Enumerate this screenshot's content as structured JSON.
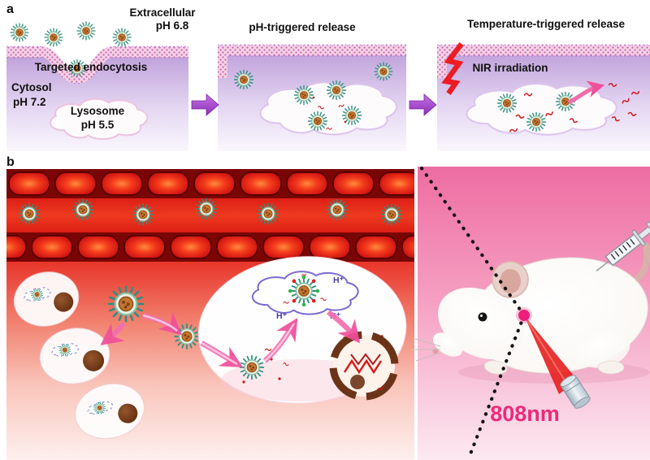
{
  "figure": {
    "panel_a": {
      "label": "a",
      "extracellular_1": "Extracellular",
      "extracellular_2": "pH 6.8",
      "endocytosis": "Targeted endocytosis",
      "cytosol_1": "Cytosol",
      "cytosol_2": "pH 7.2",
      "lysosome_1": "Lysosome",
      "lysosome_2": "pH 5.5",
      "ph_release_title": "pH-triggered release",
      "temp_release_title": "Temperature-triggered release",
      "nir": "NIR irradiation"
    },
    "panel_b": {
      "label": "b",
      "wavelength": "808nm",
      "h_plus": "H⁺"
    },
    "colors": {
      "lysosome_text": "#e8192c",
      "wavelength_text": "#ee2a7b",
      "nir_bolt": "#ed1c24",
      "arrow_purple": "#9b3ec9",
      "laser_beam": "#e51f1f",
      "marker_dot": "#ec1e79"
    }
  }
}
